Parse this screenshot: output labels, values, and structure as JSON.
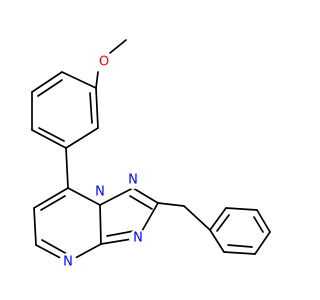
{
  "structure": {
    "atoms": [
      {
        "id": "methyl_C",
        "label": ""
      },
      {
        "id": "O_methoxy",
        "label": "O",
        "color": "#ff0000"
      },
      {
        "id": "N1",
        "label": "N",
        "color": "#0000ff"
      },
      {
        "id": "N2",
        "label": "N",
        "color": "#0000ff"
      },
      {
        "id": "N3",
        "label": "N",
        "color": "#0000ff"
      },
      {
        "id": "N4",
        "label": "N",
        "color": "#0000ff"
      }
    ],
    "bond_color": "#000000"
  }
}
